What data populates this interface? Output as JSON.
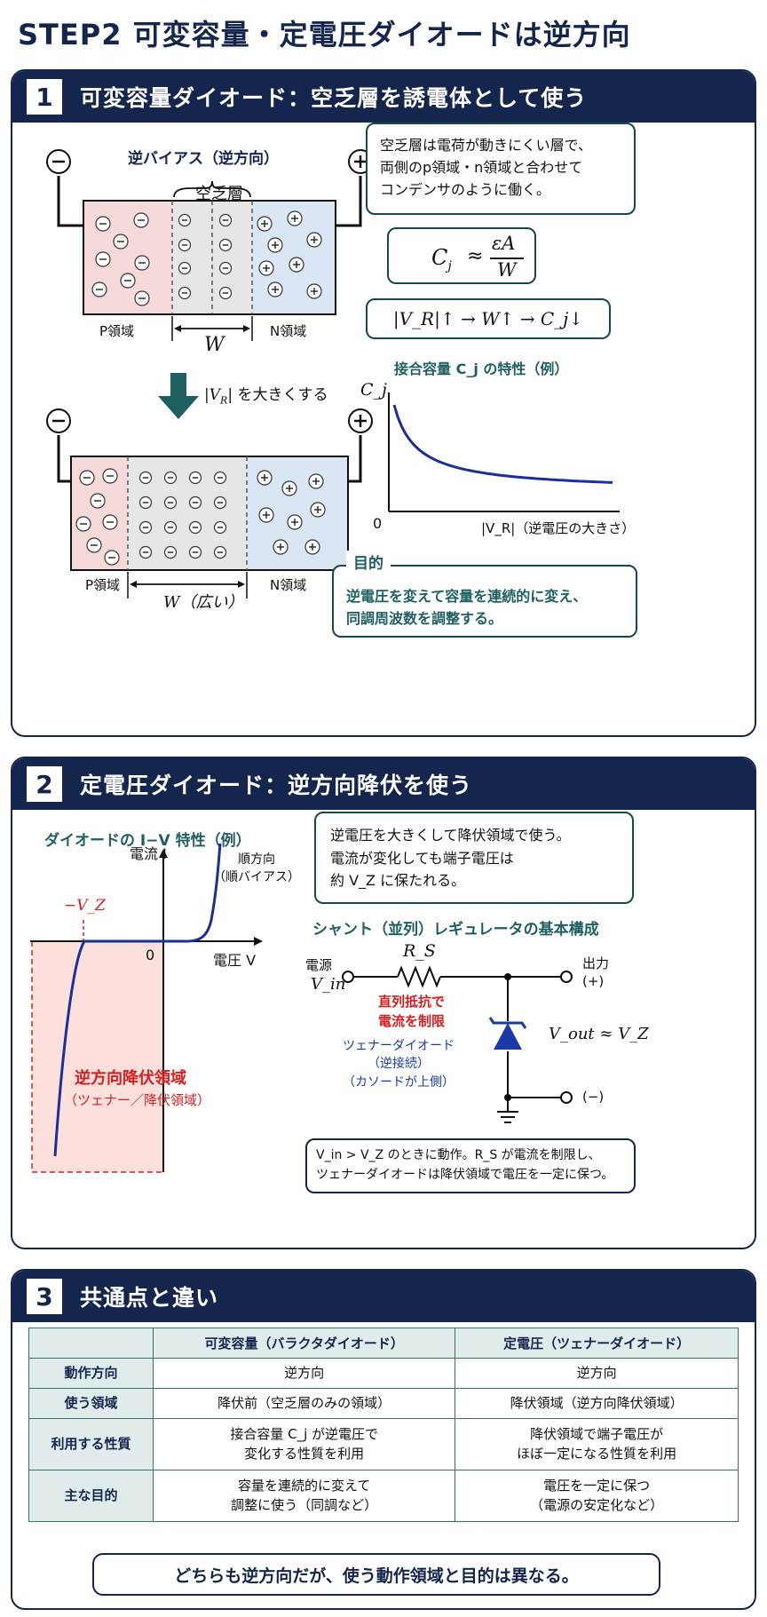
{
  "page_title": "STEP2 可変容量・定電圧ダイオードは逆方向",
  "s1": {
    "num": "1",
    "title": "可変容量ダイオード：空乏層を誘電体として使う",
    "reverse_bias_label": "逆バイアス（逆方向）",
    "depletion_label": "空乏層",
    "p_region": "P領域",
    "n_region": "N領域",
    "w_label": "W",
    "w_wide_label": "W（広い）",
    "arrow_label_pre": "|V",
    "arrow_label_sub": "R",
    "arrow_label_post": "| を大きくする",
    "minus_sign": "−",
    "plus_sign": "+",
    "explain_lines": [
      "空乏層は電荷が動きにくい層で、",
      "両側のp領域・n領域と合わせて",
      "コンデンサのように働く。"
    ],
    "formula_lhs": "C",
    "formula_lhs_sub": "j",
    "formula_approx": "≈",
    "formula_num": "εA",
    "formula_den": "W",
    "relation": "|V_R|↑ → W↑ → C_j↓",
    "chart_title": "接合容量 C_j の特性（例）",
    "y_axis": "C_j",
    "origin": "0",
    "x_axis": "|V_R|（逆電圧の大きさ）",
    "purpose_tag": "目的",
    "purpose_lines": [
      "逆電圧を変えて容量を連続的に変え、",
      "同調周波数を調整する。"
    ]
  },
  "s2": {
    "num": "2",
    "title": "定電圧ダイオード：逆方向降伏を使う",
    "iv_title": "ダイオードの I−V 特性（例）",
    "y_axis": "電流 I",
    "x_axis": "電圧 V",
    "origin": "0",
    "vz_label": "−V_Z",
    "forward_label_1": "順方向",
    "forward_label_2": "（順バイアス）",
    "breakdown_label": "逆方向降伏領域",
    "breakdown_sub": "（ツェナー／降伏領域）",
    "explain_lines": [
      "逆電圧を大きくして降伏領域で使う。",
      "電流が変化しても端子電圧は",
      "約 V_Z に保たれる。"
    ],
    "circuit_title": "シャント（並列）レギュレータの基本構成",
    "source_label": "電源",
    "vin_label": "V_in",
    "rs_label": "R_S",
    "rs_note_1": "直列抵抗で",
    "rs_note_2": "電流を制限",
    "zener_note_1": "ツェナーダイオード",
    "zener_note_2": "（逆接続）",
    "zener_note_3": "（カソードが上側）",
    "out_label": "出力",
    "out_plus": "(+)",
    "out_minus": "(−)",
    "vout_label": "V_out ≈ V_Z",
    "note_lines": [
      "V_in > V_Z のときに動作。R_S が電流を制限し、",
      "ツェナーダイオードは降伏領域で電圧を一定に保つ。"
    ]
  },
  "s3": {
    "num": "3",
    "title": "共通点と違い",
    "headers": [
      "",
      "可変容量（バラクタダイオード）",
      "定電圧（ツェナーダイオード）"
    ],
    "rows": [
      {
        "head": "動作方向",
        "a": [
          "逆方向"
        ],
        "b": [
          "逆方向"
        ]
      },
      {
        "head": "使う領域",
        "a": [
          "降伏前（空乏層のみの領域）"
        ],
        "b": [
          "降伏領域（逆方向降伏領域）"
        ]
      },
      {
        "head": "利用する性質",
        "a": [
          "接合容量 C_j が逆電圧で",
          "変化する性質を利用"
        ],
        "b": [
          "降伏領域で端子電圧が",
          "ほぼ一定になる性質を利用"
        ]
      },
      {
        "head": "主な目的",
        "a": [
          "容量を連続的に変えて",
          "調整に使う（同調など）"
        ],
        "b": [
          "電圧を一定に保つ",
          "（電源の安定化など）"
        ]
      }
    ],
    "conclusion": "どちらも逆方向だが、使う動作領域と目的は異なる。"
  },
  "colors": {
    "navy": "#14254e",
    "teal": "#1d5f63",
    "p_region": "#f6d9d9",
    "n_region": "#dbe6f5",
    "depletion": "#e6e6e6",
    "curve": "#1a2f9e",
    "red": "#d62020",
    "blue_note": "#1a3aa8"
  }
}
